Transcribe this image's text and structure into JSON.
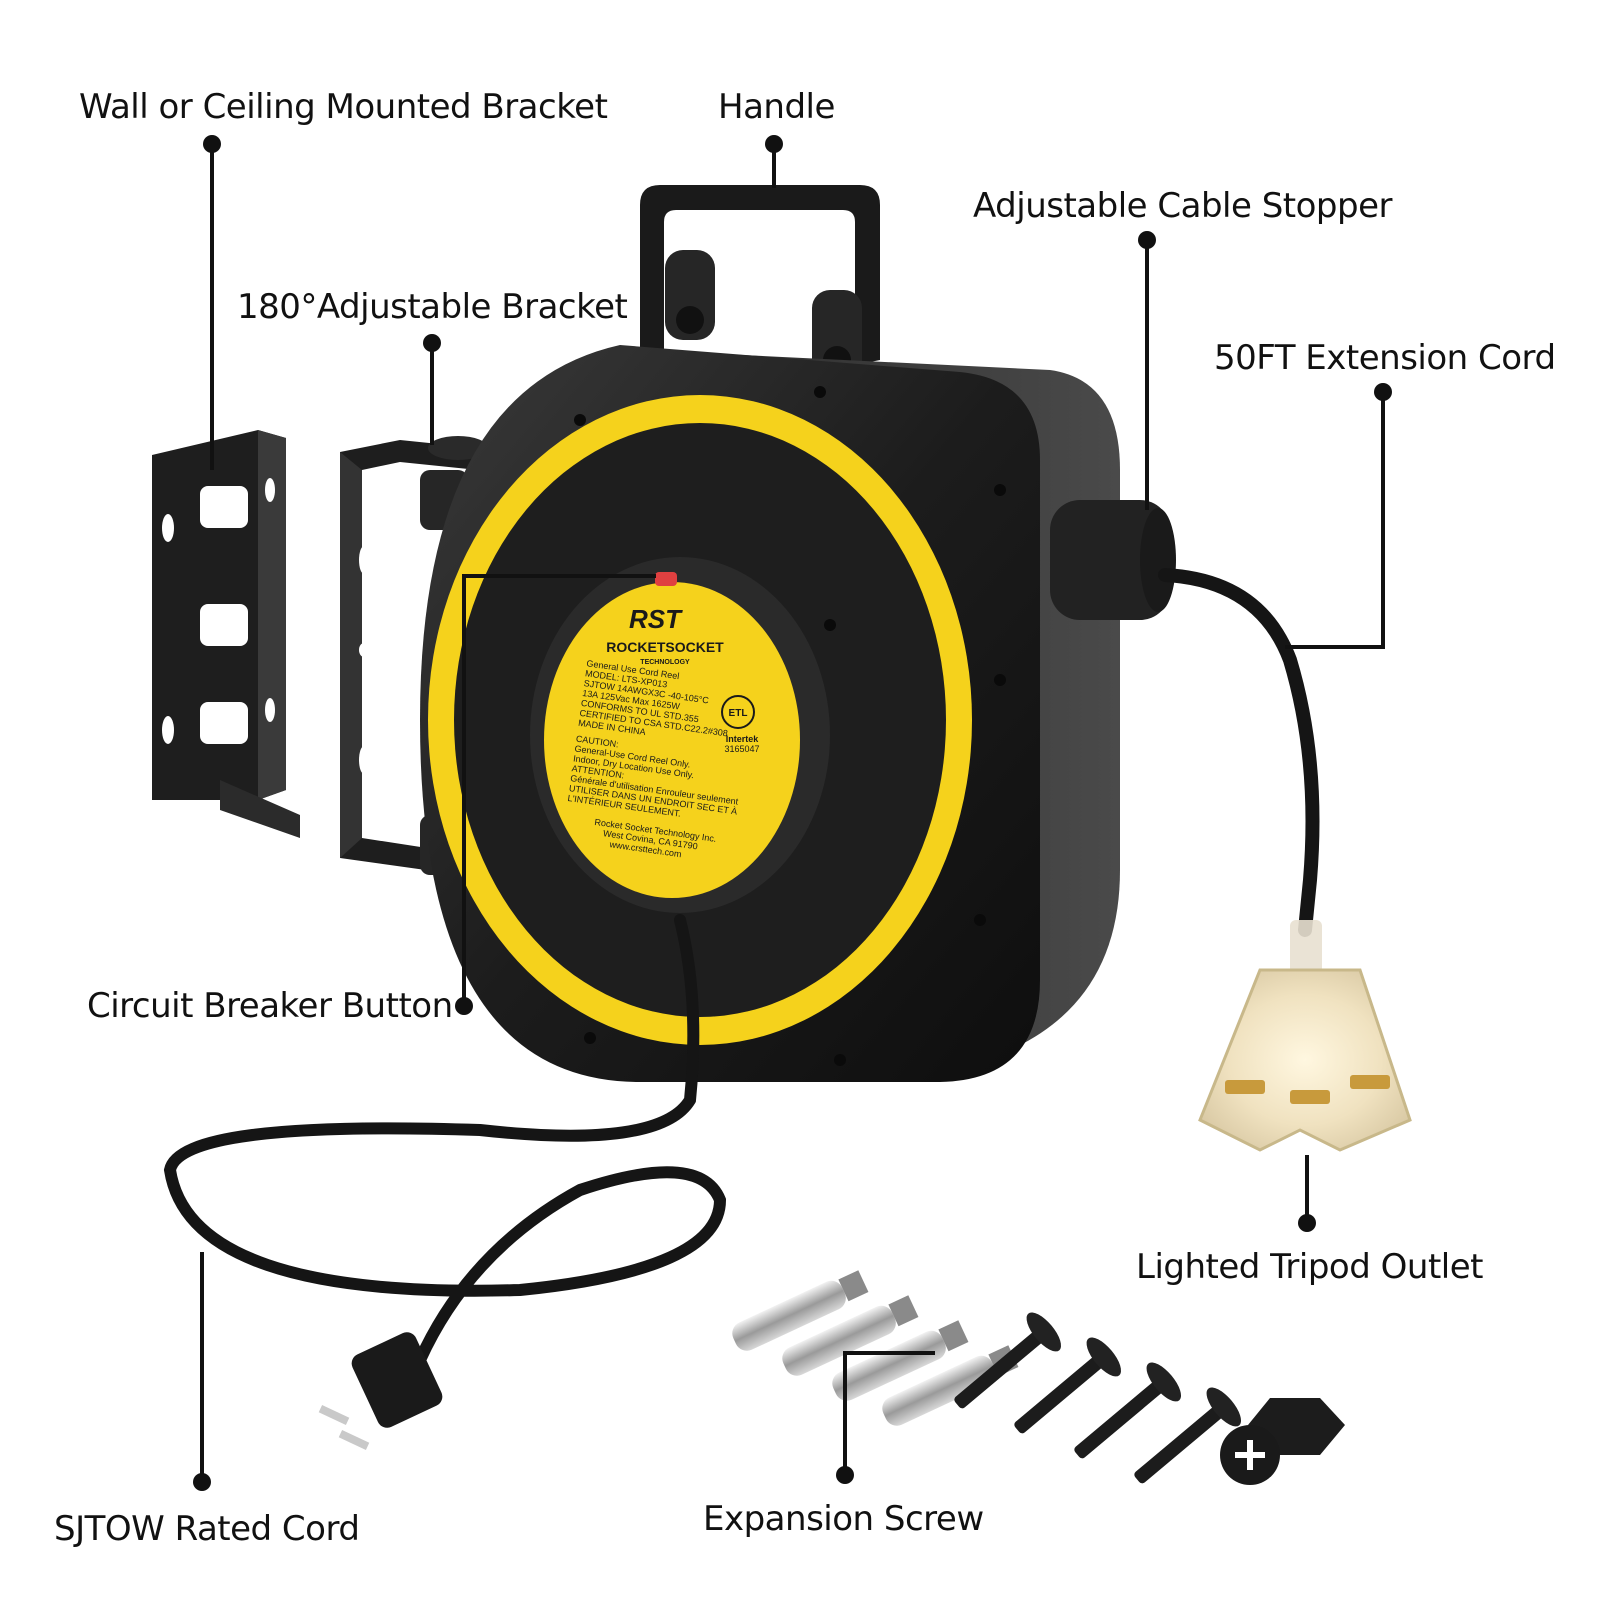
{
  "callouts": {
    "wall_bracket": "Wall or Ceiling Mounted Bracket",
    "handle": "Handle",
    "cable_stopper": "Adjustable Cable Stopper",
    "adjustable_bracket": "180°Adjustable Bracket",
    "extension_cord": "50FT Extension Cord",
    "breaker_button": "Circuit Breaker Button",
    "tripod_outlet": "Lighted Tripod Outlet",
    "rated_cord": "SJTOW Rated Cord",
    "expansion_screw": "Expansion Screw"
  },
  "reel_label": {
    "brand_mark": "RST",
    "brand_name": "ROCKETSOCKET",
    "brand_sub": "TECHNOLOGY",
    "specs": [
      "General Use Cord Reel",
      "MODEL: LTS-XP013",
      "SJTOW 14AWGX3C  -40-105°C",
      "13A 125Vac Max 1625W",
      "CONFORMS TO UL STD.355",
      "CERTIFIED TO CSA STD.C22.2#308",
      "MADE IN CHINA"
    ],
    "caution": [
      "CAUTION:",
      "General-Use Cord Reel Only.",
      "Indoor, Dry Location Use Only.",
      "ATTENTION:",
      "Générale d'utilisation Enrouleur seulement",
      "UTILISER DANS UN ENDROIT SEC ET À",
      "L'INTÉRIEUR SEULEMENT."
    ],
    "company": [
      "Rocket Socket Technology Inc.",
      "West Covina, CA 91790",
      "www.crsttech.com"
    ],
    "cert_mark": "ETL",
    "cert_name": "Intertek",
    "cert_number": "3165047"
  },
  "colors": {
    "accent_yellow": "#f5d21c",
    "body_black": "#1e1e1e",
    "leader_black": "#111111"
  }
}
